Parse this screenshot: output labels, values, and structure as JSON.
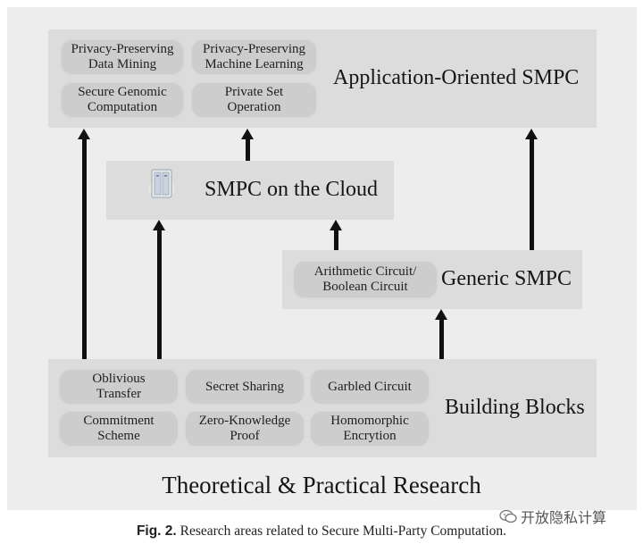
{
  "app_panel": {
    "title": "Application-Oriented SMPC",
    "items": [
      "Privacy-Preserving\nData Mining",
      "Privacy-Preserving\nMachine Learning",
      "Secure Genomic\nComputation",
      "Private Set\nOperation"
    ]
  },
  "cloud_panel": {
    "title": "SMPC on the Cloud",
    "icon": "cloud-server-icon"
  },
  "generic_panel": {
    "title": "Generic SMPC",
    "items": [
      "Arithmetic Circuit/\nBoolean Circuit"
    ]
  },
  "building_panel": {
    "title": "Building Blocks",
    "items": [
      "Oblivious\nTransfer",
      "Secret Sharing",
      "Garbled Circuit",
      "Commitment\nScheme",
      "Zero-Knowledge\nProof",
      "Homomorphic\nEncrytion"
    ]
  },
  "bottom_title": "Theoretical & Practical Research",
  "caption": {
    "label": "Fig. 2.",
    "text": "Research areas related to Secure Multi-Party Computation."
  },
  "watermark": {
    "text": "开放隐私计算",
    "icon": "wechat-icon"
  }
}
